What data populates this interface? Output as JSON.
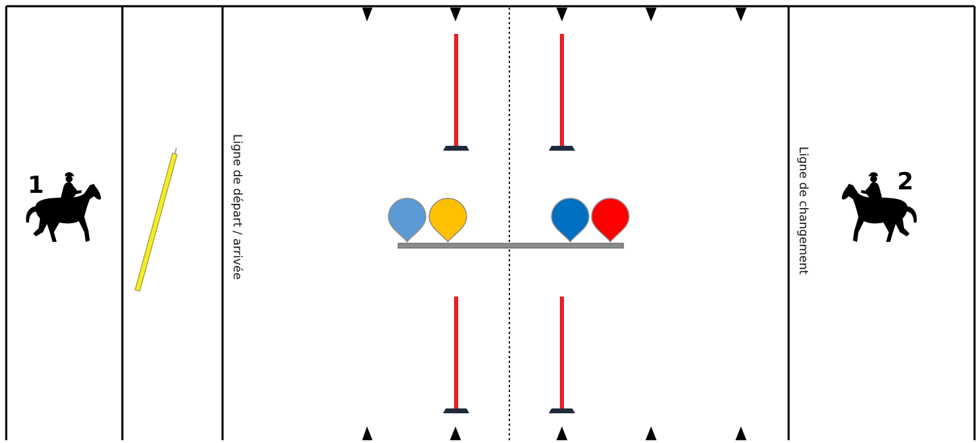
{
  "zones": {
    "start_line_label": "Ligne de départ / arrivée",
    "change_line_label": "Ligne de changement"
  },
  "riders": [
    {
      "number": "1",
      "icon": "horse-rider-icon",
      "facing": "right"
    },
    {
      "number": "2",
      "icon": "horse-rider-icon",
      "facing": "left"
    }
  ],
  "equipment": {
    "stick": {
      "color": "#f5ec24"
    },
    "poles": {
      "color": "#e8202a",
      "base_color": "#1f2a3a",
      "count": 4
    },
    "markers": [
      {
        "color": "#5b9bd5"
      },
      {
        "color": "#ffc000"
      },
      {
        "color": "#0070c0"
      },
      {
        "color": "#ff0000"
      }
    ],
    "table": {
      "color": "#8c8c8c"
    }
  },
  "colors": {
    "lines": "#000000",
    "background": "#ffffff"
  }
}
